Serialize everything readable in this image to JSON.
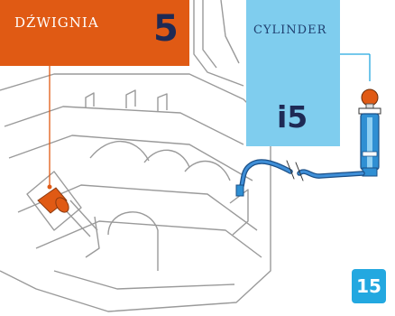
{
  "lever": {
    "title": "DŹWIGNIA",
    "number": "5"
  },
  "cylinder": {
    "title": "CYLINDER",
    "code": "i5"
  },
  "page": {
    "number": "15"
  },
  "colors": {
    "lever_accent": "#e05a14",
    "cylinder_accent": "#7fcdee",
    "badge": "#23a8e0",
    "hose": "#2a6fb0",
    "text_dark": "#1e2a55"
  }
}
